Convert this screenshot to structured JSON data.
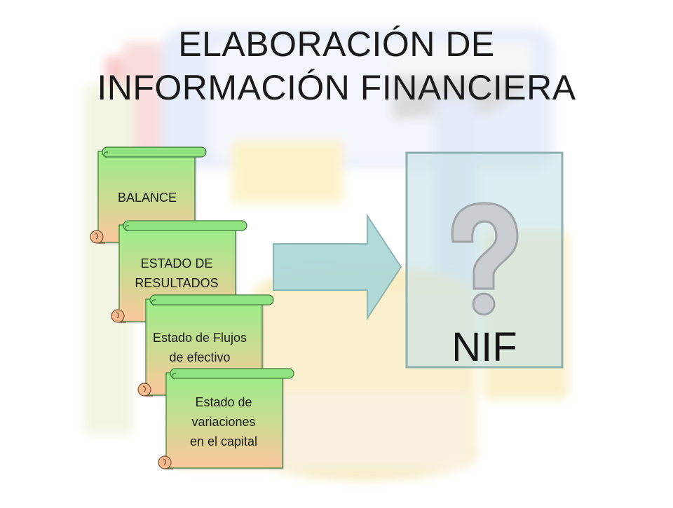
{
  "title": {
    "line1": "ELABORACIÓN DE",
    "line2": "INFORMACIÓN FINANCIERA"
  },
  "scrolls": [
    {
      "label": "BALANCE"
    },
    {
      "label": "ESTADO DE\nRESULTADOS"
    },
    {
      "label": "Estado de Flujos\nde efectivo"
    },
    {
      "label": "Estado de\nvariaciones\nen el capital"
    }
  ],
  "target": {
    "label": "NIF",
    "icon": "question-mark-icon"
  },
  "colors": {
    "scroll_top": "#99ee88",
    "scroll_bottom": "#fbc79b",
    "arrow_fill": "#a9d6d7",
    "arrow_stroke": "#7faeae",
    "box_fill": "#c6e1e6",
    "box_stroke": "#8fb0b0"
  }
}
